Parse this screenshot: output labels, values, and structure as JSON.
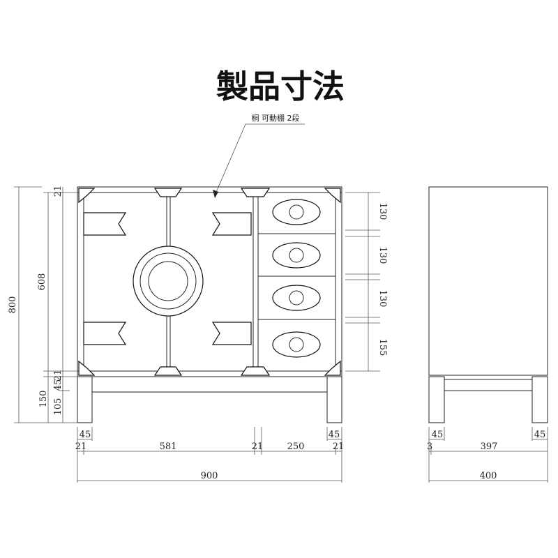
{
  "title": "製品寸法",
  "annotation": "桐 可動棚 2段",
  "front_view": {
    "height_total": "800",
    "body_height": "608",
    "top_thickness": "21",
    "bottom_thickness": "21",
    "plinth": "45",
    "leg_height": "150",
    "leg_lower": "105",
    "drawer_heights": [
      "130",
      "130",
      "130",
      "155"
    ],
    "leg_width_left": "45",
    "leg_width_right": "45",
    "side_left": "21",
    "door_width": "581",
    "partition": "21",
    "drawer_width": "250",
    "side_right": "21",
    "width_total": "900"
  },
  "side_view": {
    "leg_width_left": "45",
    "leg_width_right": "45",
    "back": "3",
    "inner_depth": "397",
    "depth_total": "400"
  }
}
